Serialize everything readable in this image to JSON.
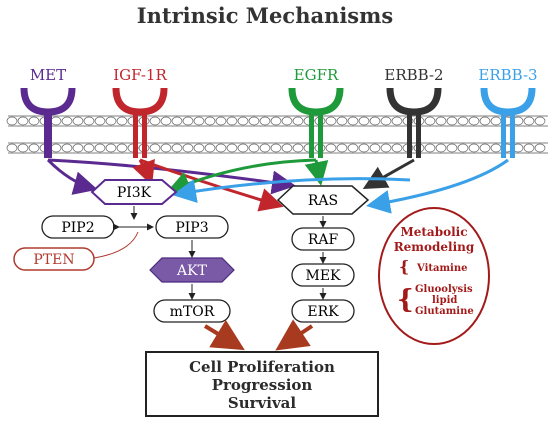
{
  "title": "Intrinsic Mechanisms",
  "receptors": {
    "met": "MET",
    "igf1r": "IGF-1R",
    "egfr": "EGFR",
    "erbb2": "ERBB-2",
    "erbb3": "ERBB-3"
  },
  "nodes": {
    "pi3k": "PI3K",
    "pip2": "PIP2",
    "pip3": "PIP3",
    "pten": "PTEN",
    "akt": "AKT",
    "mtor": "mTOR",
    "ras": "RAS",
    "raf": "RAF",
    "mek": "MEK",
    "erk": "ERK"
  },
  "metabolic": {
    "title_line1": "Metabolic",
    "title_line2": "Remodeling",
    "item1": "Vitamine",
    "item2_line1": "Gluoolysis",
    "item2_line2": "lipid",
    "item2_line3": "Glutamine"
  },
  "outcome": {
    "line1": "Cell Proliferation",
    "line2": "Progression",
    "line3": "Survival"
  },
  "colors": {
    "met": "#5b2a91",
    "igf1r": "#c0262c",
    "egfr": "#1f9a3a",
    "erbb2": "#333333",
    "erbb3": "#3aa0e8",
    "pten": "#b03a2e",
    "akt_fill": "#7a5aa6",
    "arrow_brown": "#a83a1f"
  }
}
